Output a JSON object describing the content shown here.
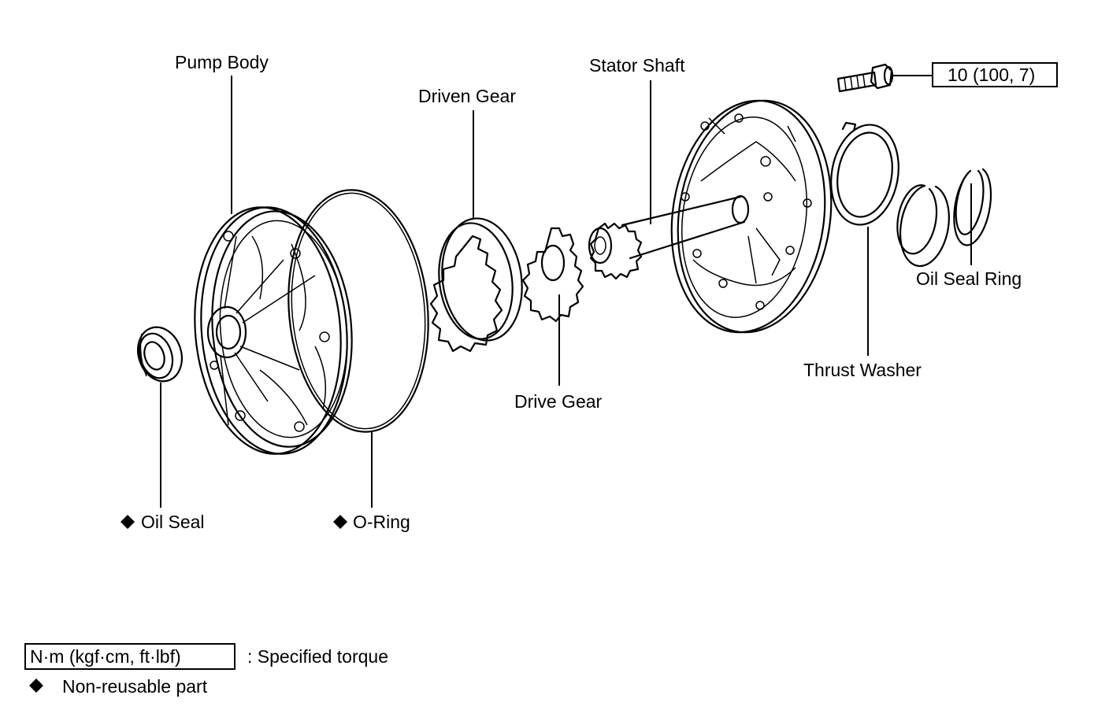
{
  "labels": {
    "pump_body": "Pump Body",
    "driven_gear": "Driven Gear",
    "stator_shaft": "Stator Shaft",
    "oil_seal_ring": "Oil Seal Ring",
    "thrust_washer": "Thrust Washer",
    "drive_gear": "Drive Gear",
    "oil_seal": "Oil Seal",
    "o_ring": "O-Ring"
  },
  "torque_spec": "10 (100, 7)",
  "legend": {
    "torque_box": "N·m (kgf·cm, ft·lbf)",
    "torque_desc": ": Specified torque",
    "nonreusable_desc": "Non-reusable part"
  },
  "icons": {
    "nonreusable_marker": "black-diamond-icon"
  }
}
